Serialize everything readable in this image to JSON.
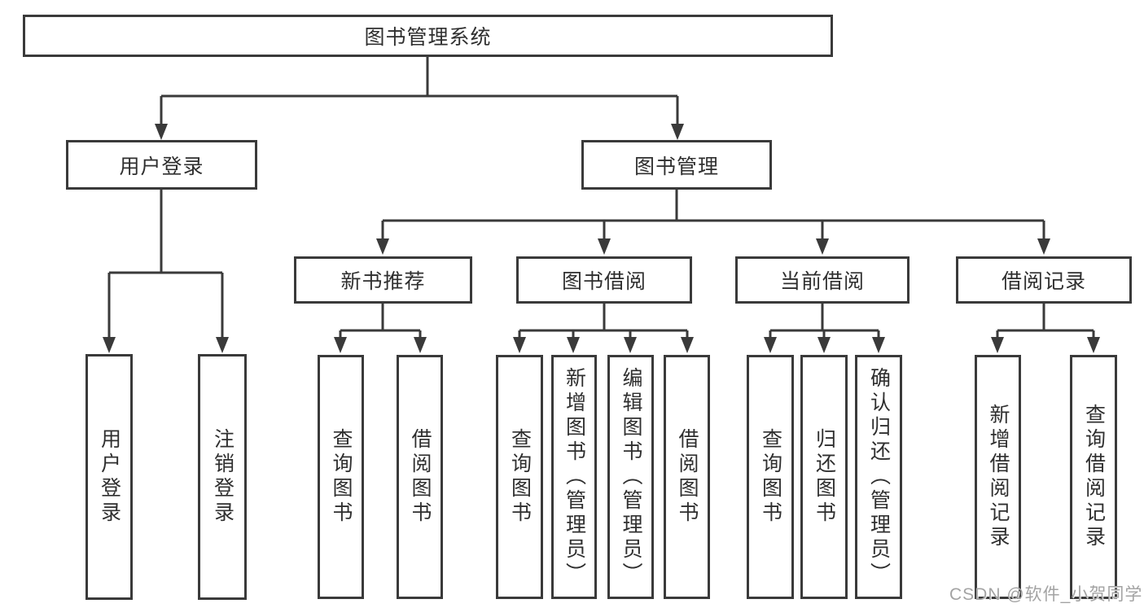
{
  "root": {
    "label": "图书管理系统"
  },
  "level2": [
    {
      "label": "用户登录",
      "children": [
        {
          "label": "用户登录"
        },
        {
          "label": "注销登录"
        }
      ]
    },
    {
      "label": "图书管理",
      "children": [
        {
          "label": "新书推荐",
          "children": [
            {
              "label": "查询图书"
            },
            {
              "label": "借阅图书"
            }
          ]
        },
        {
          "label": "图书借阅",
          "children": [
            {
              "label": "查询图书"
            },
            {
              "label": "新增图书（管理员）"
            },
            {
              "label": "编辑图书（管理员）"
            },
            {
              "label": "借阅图书"
            }
          ]
        },
        {
          "label": "当前借阅",
          "children": [
            {
              "label": "查询图书"
            },
            {
              "label": "归还图书"
            },
            {
              "label": "确认归还（管理员）"
            }
          ]
        },
        {
          "label": "借阅记录",
          "children": [
            {
              "label": "新增借阅记录"
            },
            {
              "label": "查询借阅记录"
            }
          ]
        }
      ]
    }
  ],
  "watermark": {
    "text": "CSDN @软件_小贺同学"
  },
  "colors": {
    "line": "#3a3a3a",
    "box_border": "#3a3a3a",
    "text": "#2f2f2f",
    "watermark": "#a3a3a3",
    "background": "#ffffff"
  }
}
